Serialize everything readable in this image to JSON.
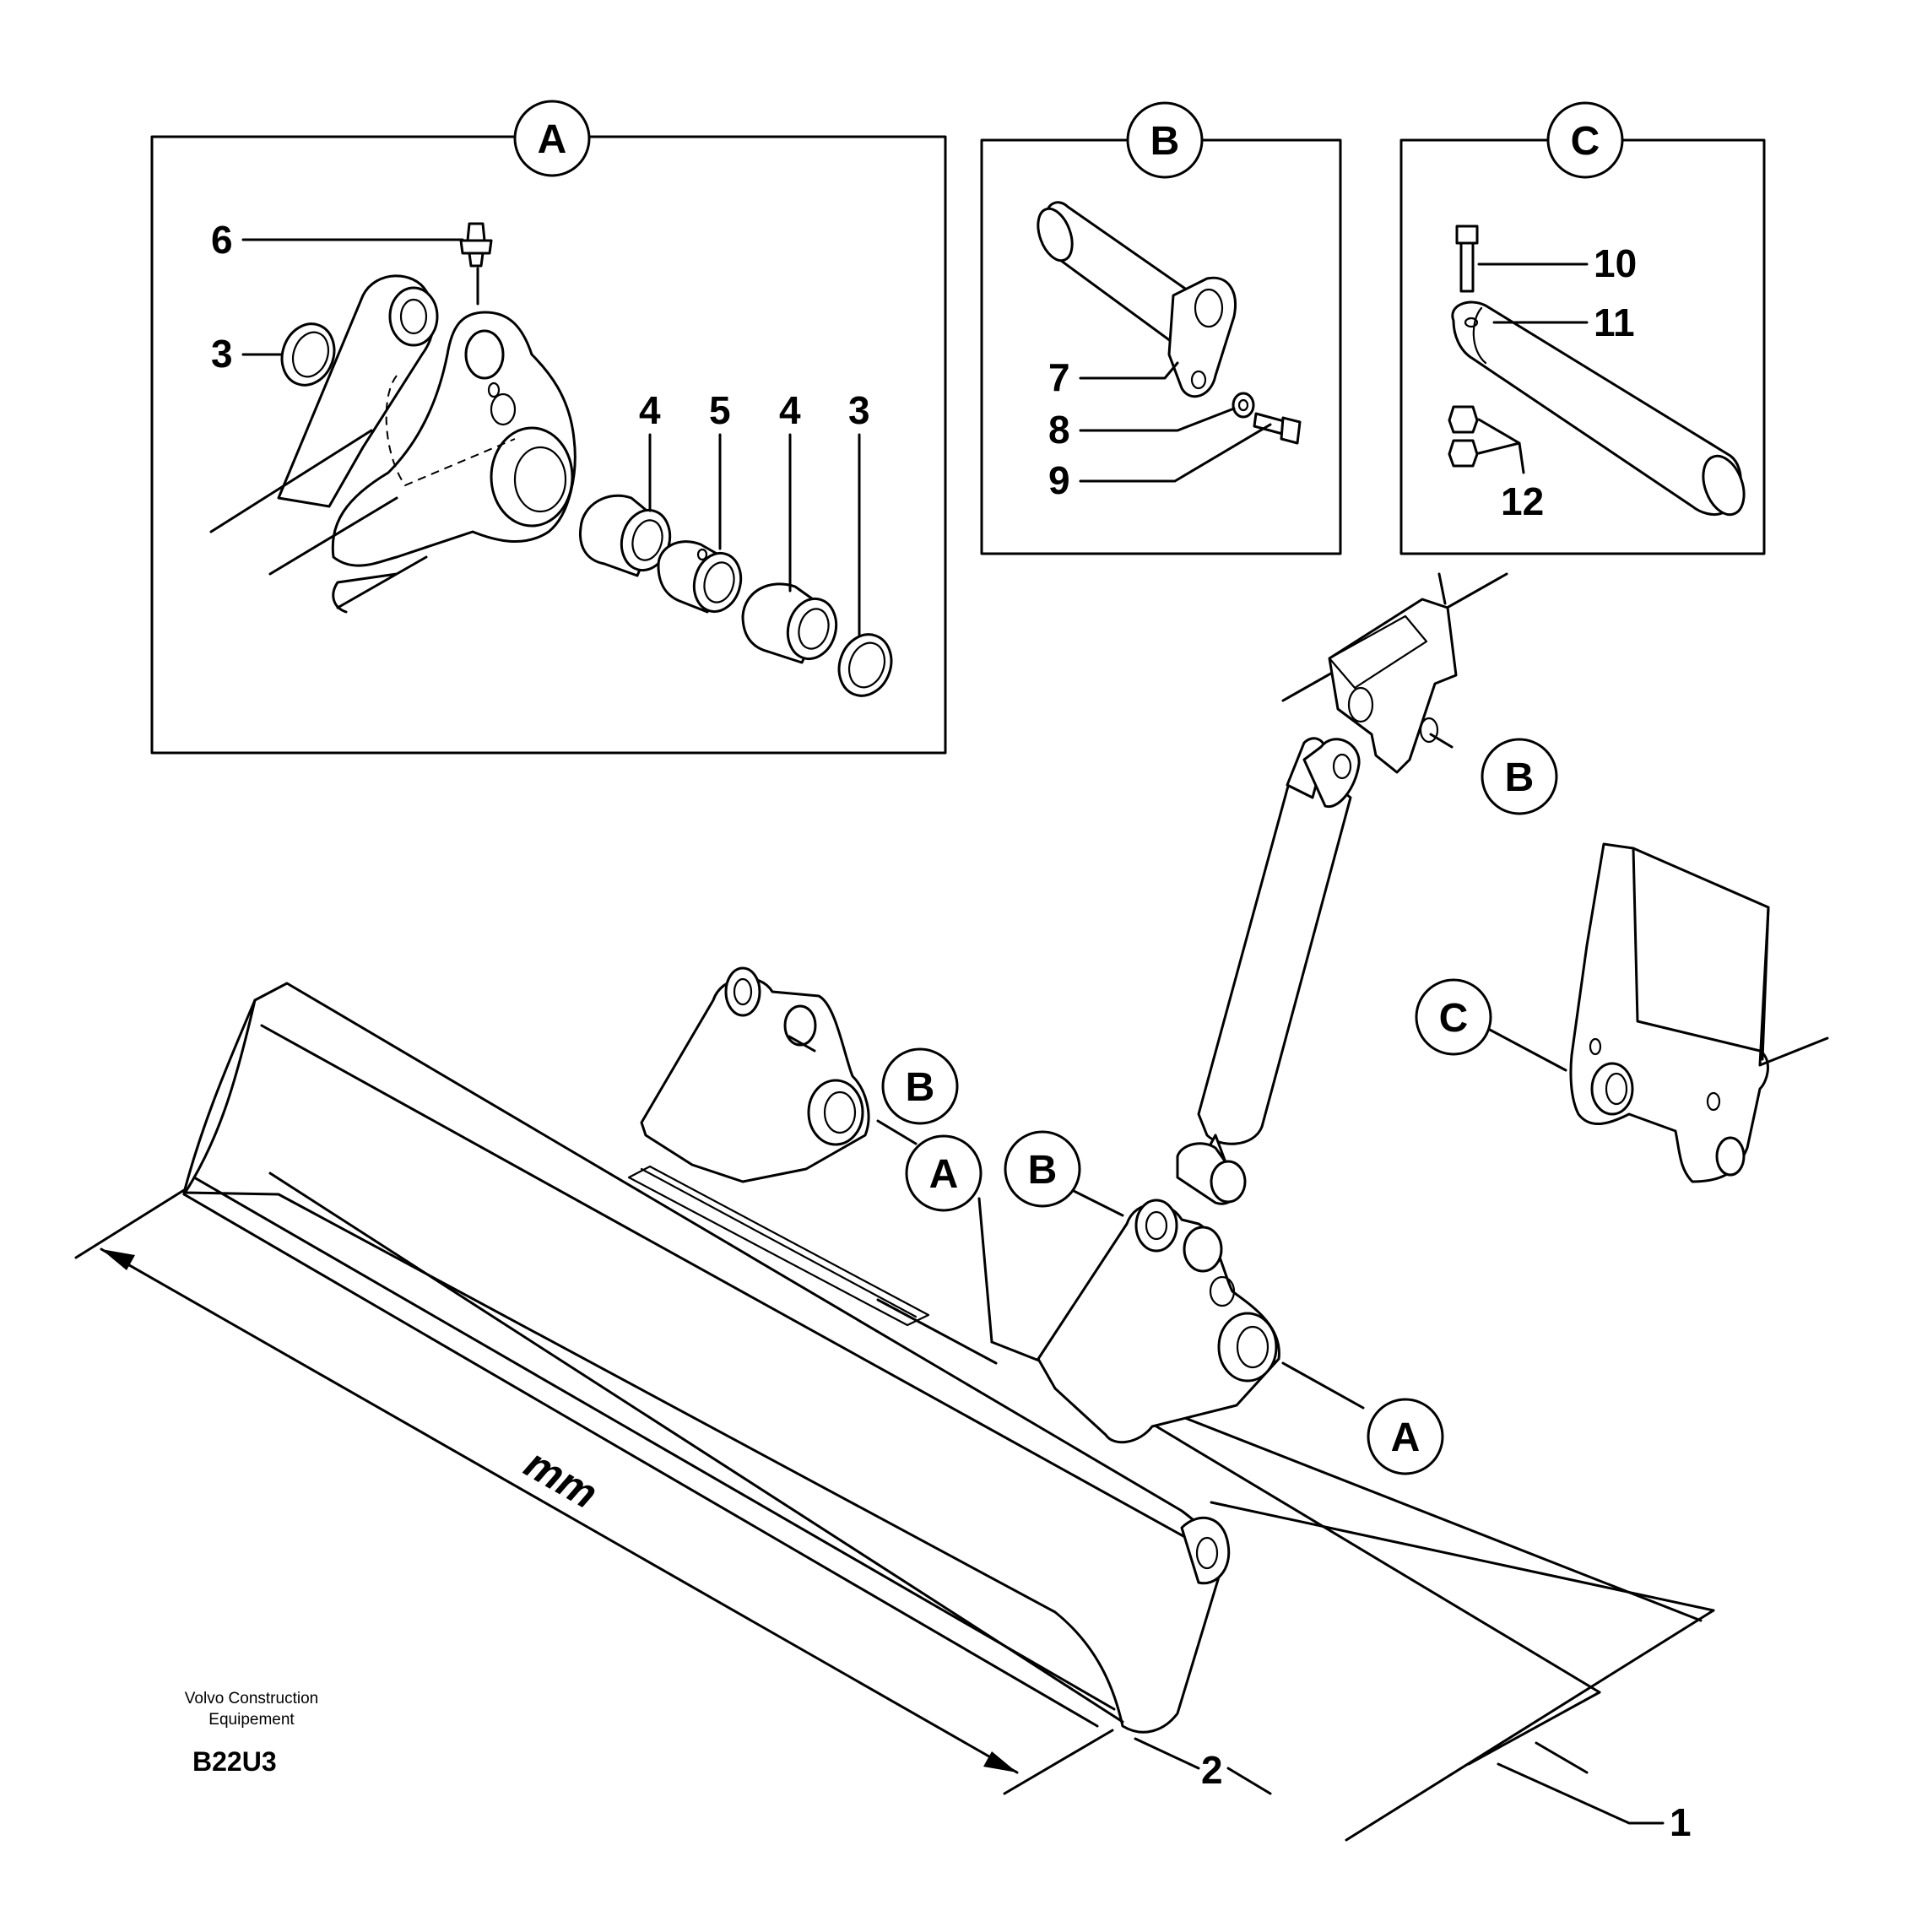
{
  "callouts": {
    "detail_a": "A",
    "detail_b": "B",
    "detail_c": "C"
  },
  "parts": {
    "p1": "1",
    "p2": "2",
    "p3": "3",
    "p4": "4",
    "p5": "5",
    "p6": "6",
    "p7": "7",
    "p8": "8",
    "p9": "9",
    "p10": "10",
    "p11": "11",
    "p12": "12"
  },
  "dimension_label": "mm",
  "credit": {
    "line1": "Volvo Construction",
    "line2": "Equipement",
    "code": "B22U3"
  }
}
